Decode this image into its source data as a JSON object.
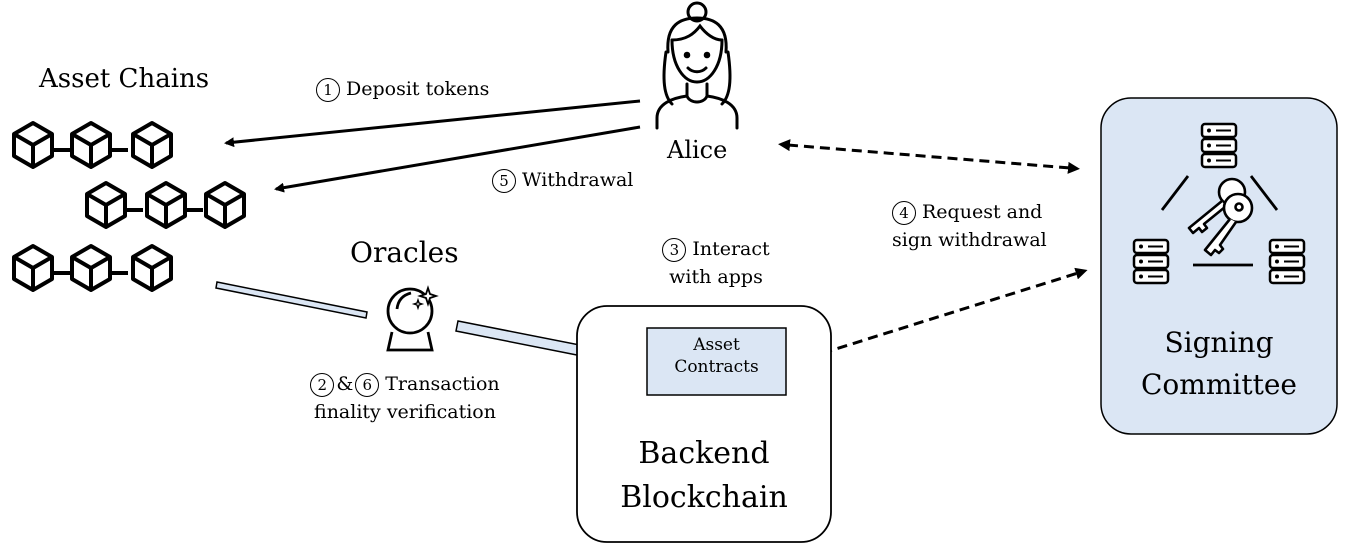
{
  "labels": {
    "asset_chains": "Asset Chains",
    "alice": "Alice",
    "oracles": "Oracles",
    "backend_line1": "Backend",
    "backend_line2": "Blockchain",
    "signing_line1": "Signing",
    "signing_line2": "Committee",
    "asset_contracts_line1": "Asset",
    "asset_contracts_line2": "Contracts"
  },
  "steps": {
    "s1": {
      "num": "1",
      "text": "Deposit tokens"
    },
    "s5": {
      "num": "5",
      "text": "Withdrawal"
    },
    "s4": {
      "num": "4",
      "line1": "Request and",
      "line2": "sign withdrawal"
    },
    "s3": {
      "num": "3",
      "line1": "Interact",
      "line2": "with apps"
    },
    "s26": {
      "num_a": "2",
      "amp": "&",
      "num_b": "6",
      "line1": "Transaction",
      "line2": "finality verification"
    }
  },
  "icons": {
    "chain": "blockchain-cubes-icon",
    "person": "alice-person-icon",
    "oracle": "crystal-ball-icon",
    "server": "server-icon",
    "keys": "keys-icon"
  },
  "colors": {
    "committee_fill": "#dbe6f4",
    "contracts_fill": "#dbe6f4",
    "oracle_arrow_fill": "#dbe6f4"
  }
}
